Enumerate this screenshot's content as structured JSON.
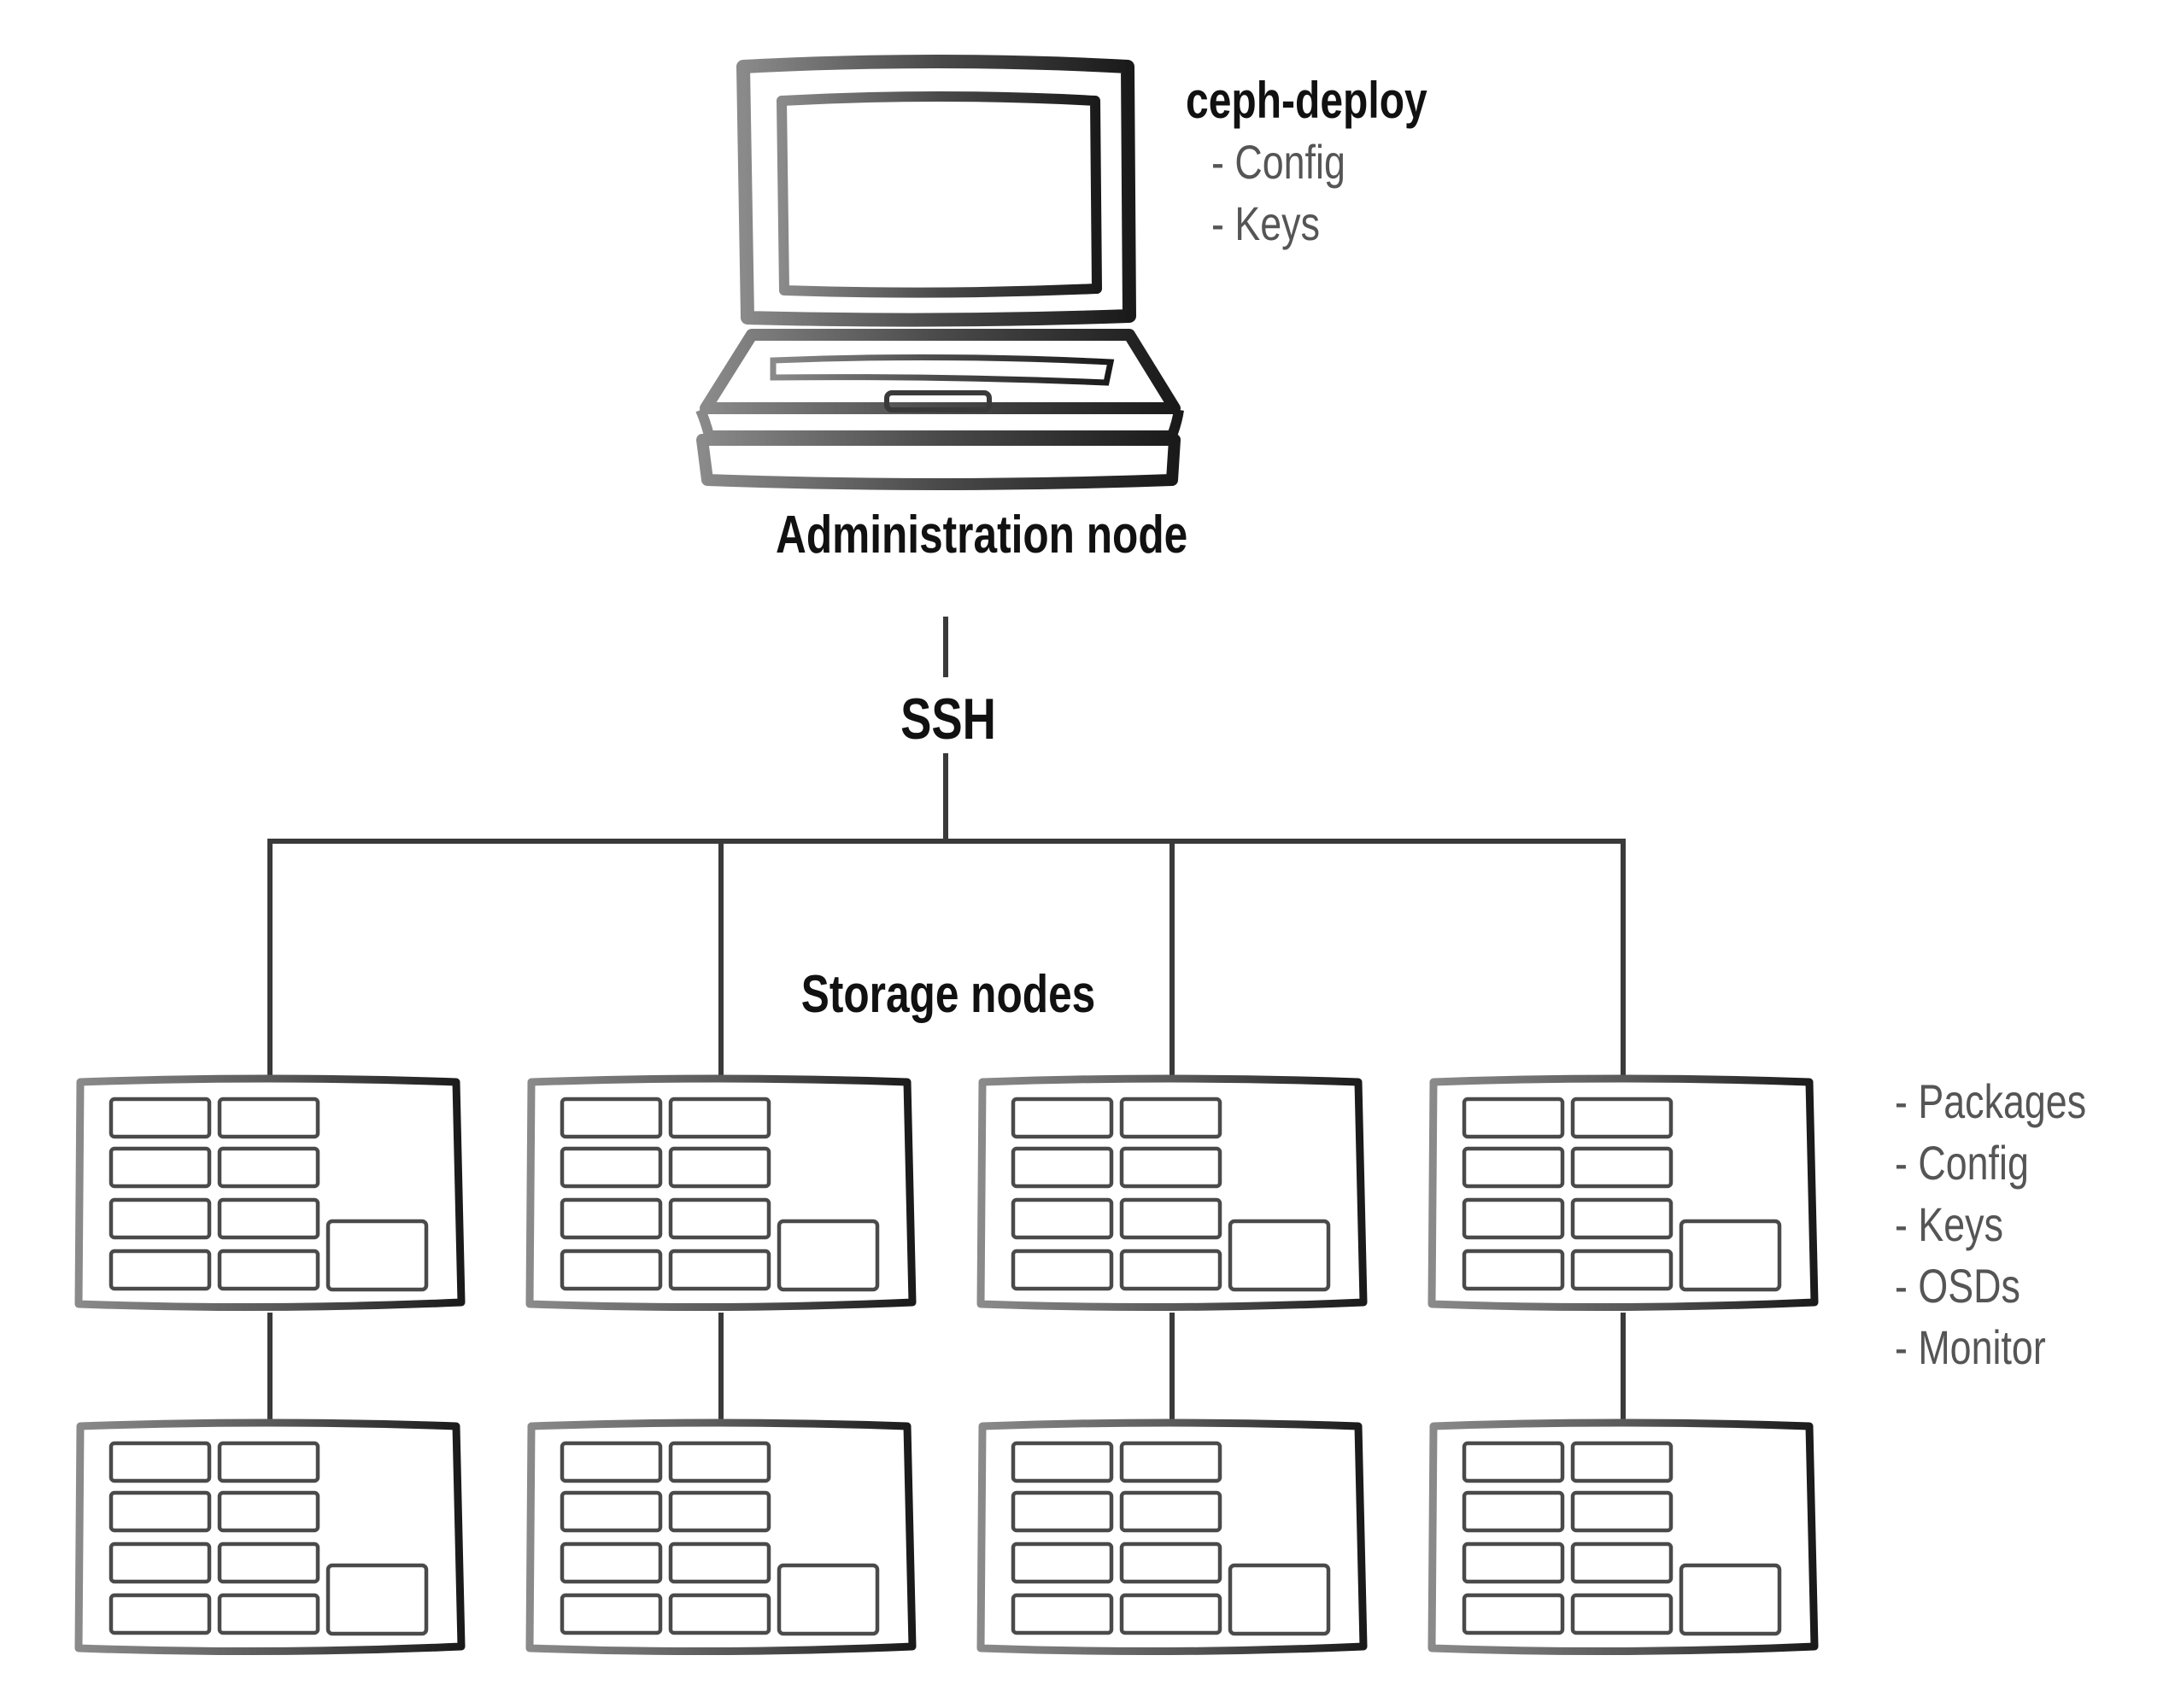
{
  "admin_node": {
    "label": "Administration node",
    "tool": {
      "name": "ceph-deploy",
      "items": [
        "- Config",
        "- Keys"
      ]
    }
  },
  "connection": {
    "label": "SSH"
  },
  "storage_nodes": {
    "label": "Storage nodes",
    "rows": 2,
    "columns": 4,
    "items": [
      "- Packages",
      "- Config",
      "- Keys",
      "- OSDs",
      "- Monitor"
    ]
  },
  "colors": {
    "stroke": "#3a3a3a",
    "text": "#111111",
    "subtext": "#555555",
    "background": "#ffffff"
  }
}
